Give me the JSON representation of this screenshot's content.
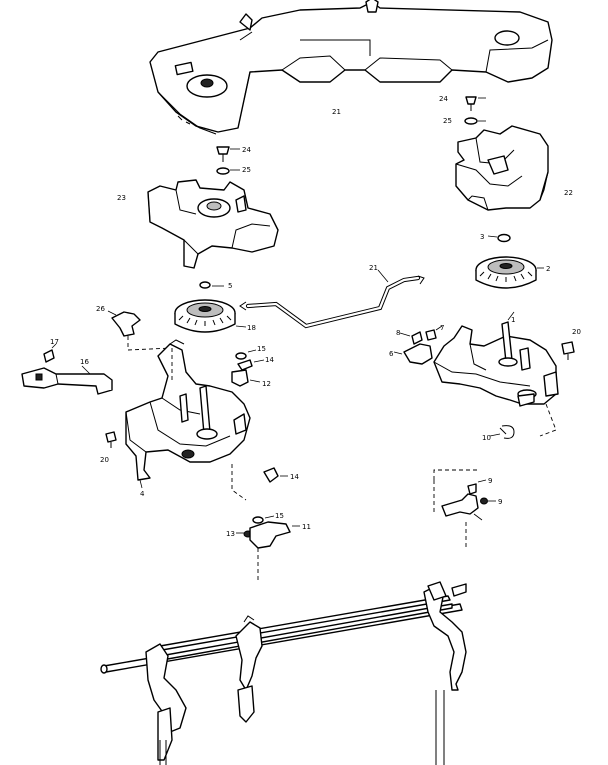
{
  "labels": {
    "l1": "1",
    "l2": "2",
    "l3": "3",
    "l4": "4",
    "l5": "5",
    "l6": "6",
    "l7": "7",
    "l8": "8",
    "l9a": "9",
    "l9b": "9",
    "l10": "10",
    "l11": "11",
    "l12": "12",
    "l13": "13",
    "l14a": "14",
    "l14b": "14",
    "l15a": "15",
    "l15b": "15",
    "l16": "16",
    "l17": "17",
    "l18": "18",
    "l20a": "20",
    "l20b": "20",
    "l21a": "21",
    "l21b": "21",
    "l22": "22",
    "l23": "23",
    "l24a": "24",
    "l24b": "24",
    "l25a": "25",
    "l25b": "25",
    "l26": "26"
  }
}
